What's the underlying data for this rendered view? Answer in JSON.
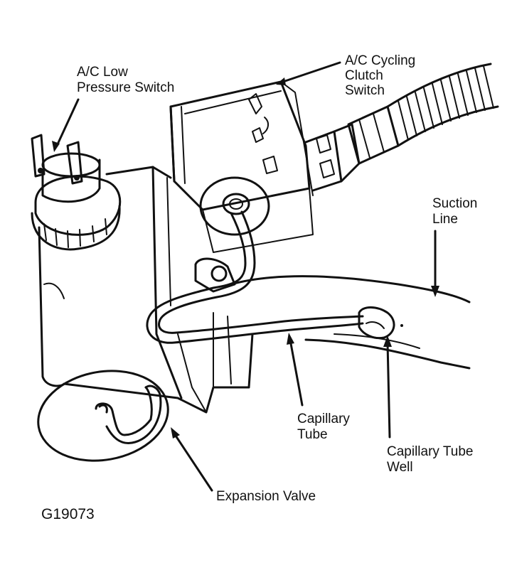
{
  "labels": {
    "low_pressure_switch": [
      "A/C Low",
      "Pressure Switch"
    ],
    "cycling_clutch_switch": [
      "A/C Cycling",
      "Clutch",
      "Switch"
    ],
    "suction_line": [
      "Suction",
      "Line"
    ],
    "capillary_tube": [
      "Capillary",
      "Tube"
    ],
    "capillary_tube_well": [
      "Capillary Tube",
      "Well"
    ],
    "expansion_valve": "Expansion Valve"
  },
  "figure_id": "G19073",
  "colors": {
    "ink": "#111111",
    "paper": "#ffffff"
  }
}
